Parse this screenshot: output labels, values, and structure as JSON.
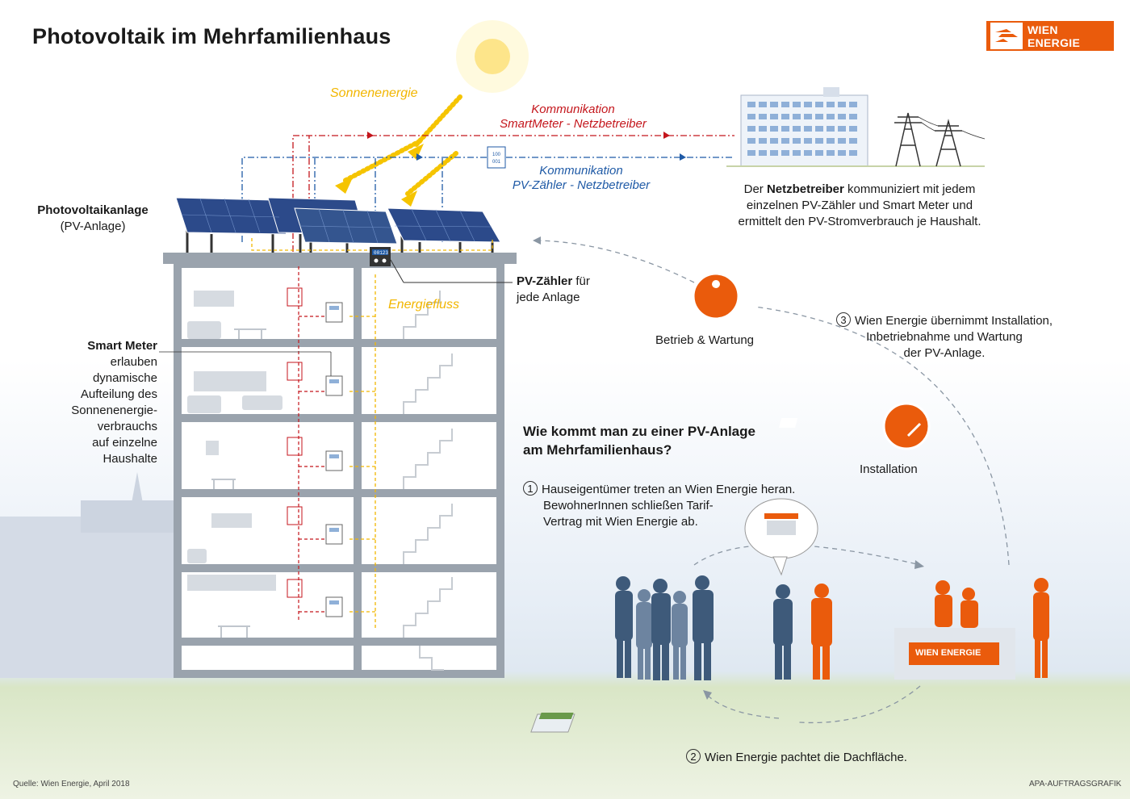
{
  "title": "Photovoltaik im Mehrfamilienhaus",
  "logo": {
    "text": "WIEN ENERGIE",
    "icon": "wien-energie-logo-icon",
    "color": "#ea5b0c"
  },
  "labels": {
    "sonnenenergie": "Sonnenenergie",
    "kommunikation_smartmeter": [
      "Kommunikation",
      "SmartMeter - Netzbetreiber"
    ],
    "kommunikation_pv": [
      "Kommunikation",
      "PV-Zähler - Netzbetreiber"
    ],
    "energiefluss": "Energiefluss",
    "pv_anlage_title": "Photovoltaikanlage",
    "pv_anlage_sub": "(PV-Anlage)",
    "pv_zaehler_bold": "PV-Zähler",
    "pv_zaehler_rest1": " für",
    "pv_zaehler_rest2": "jede Anlage",
    "smart_meter_title": "Smart Meter",
    "smart_meter_lines": [
      "erlauben",
      "dynamische",
      "Aufteilung des",
      "Sonnenenergie-",
      "verbrauchs",
      "auf einzelne",
      "Haushalte"
    ],
    "netzbetreiber": {
      "prefix": "Der ",
      "bold": "Netzbetreiber",
      "line1_rest": " kommuniziert mit jedem",
      "line2": "einzelnen PV-Zähler und Smart Meter und",
      "line3": "ermittelt den PV-Stromverbrauch je Haushalt."
    },
    "betrieb": "Betrieb & Wartung",
    "installation": "Installation",
    "step3": {
      "number": "3",
      "lines": [
        "Wien Energie übernimmt Installation,",
        "Inbetriebnahme und Wartung",
        "der PV-Anlage."
      ]
    },
    "question": [
      "Wie kommt man zu einer PV-Anlage",
      "am Mehrfamilienhaus?"
    ],
    "step1": {
      "number": "1",
      "lines": [
        "Hauseigentümer treten an Wien Energie heran.",
        "BewohnerInnen schließen Tarif-",
        "Vertrag mit Wien Energie ab."
      ]
    },
    "step2": {
      "number": "2",
      "text": "Wien Energie pachtet die Dachfläche."
    },
    "meter_digits": "00123",
    "doc_code": [
      "100",
      "001"
    ],
    "counter_logo": "WIEN ENERGIE",
    "source": "Quelle: Wien Energie, April 2018",
    "credit": "APA-AUFTRAGSGRAFIK"
  },
  "colors": {
    "orange": "#ea5b0c",
    "red": "#c4161c",
    "blue": "#1f5aa6",
    "yellow": "#f2b600",
    "figure_blue": "#3e5a7a"
  }
}
